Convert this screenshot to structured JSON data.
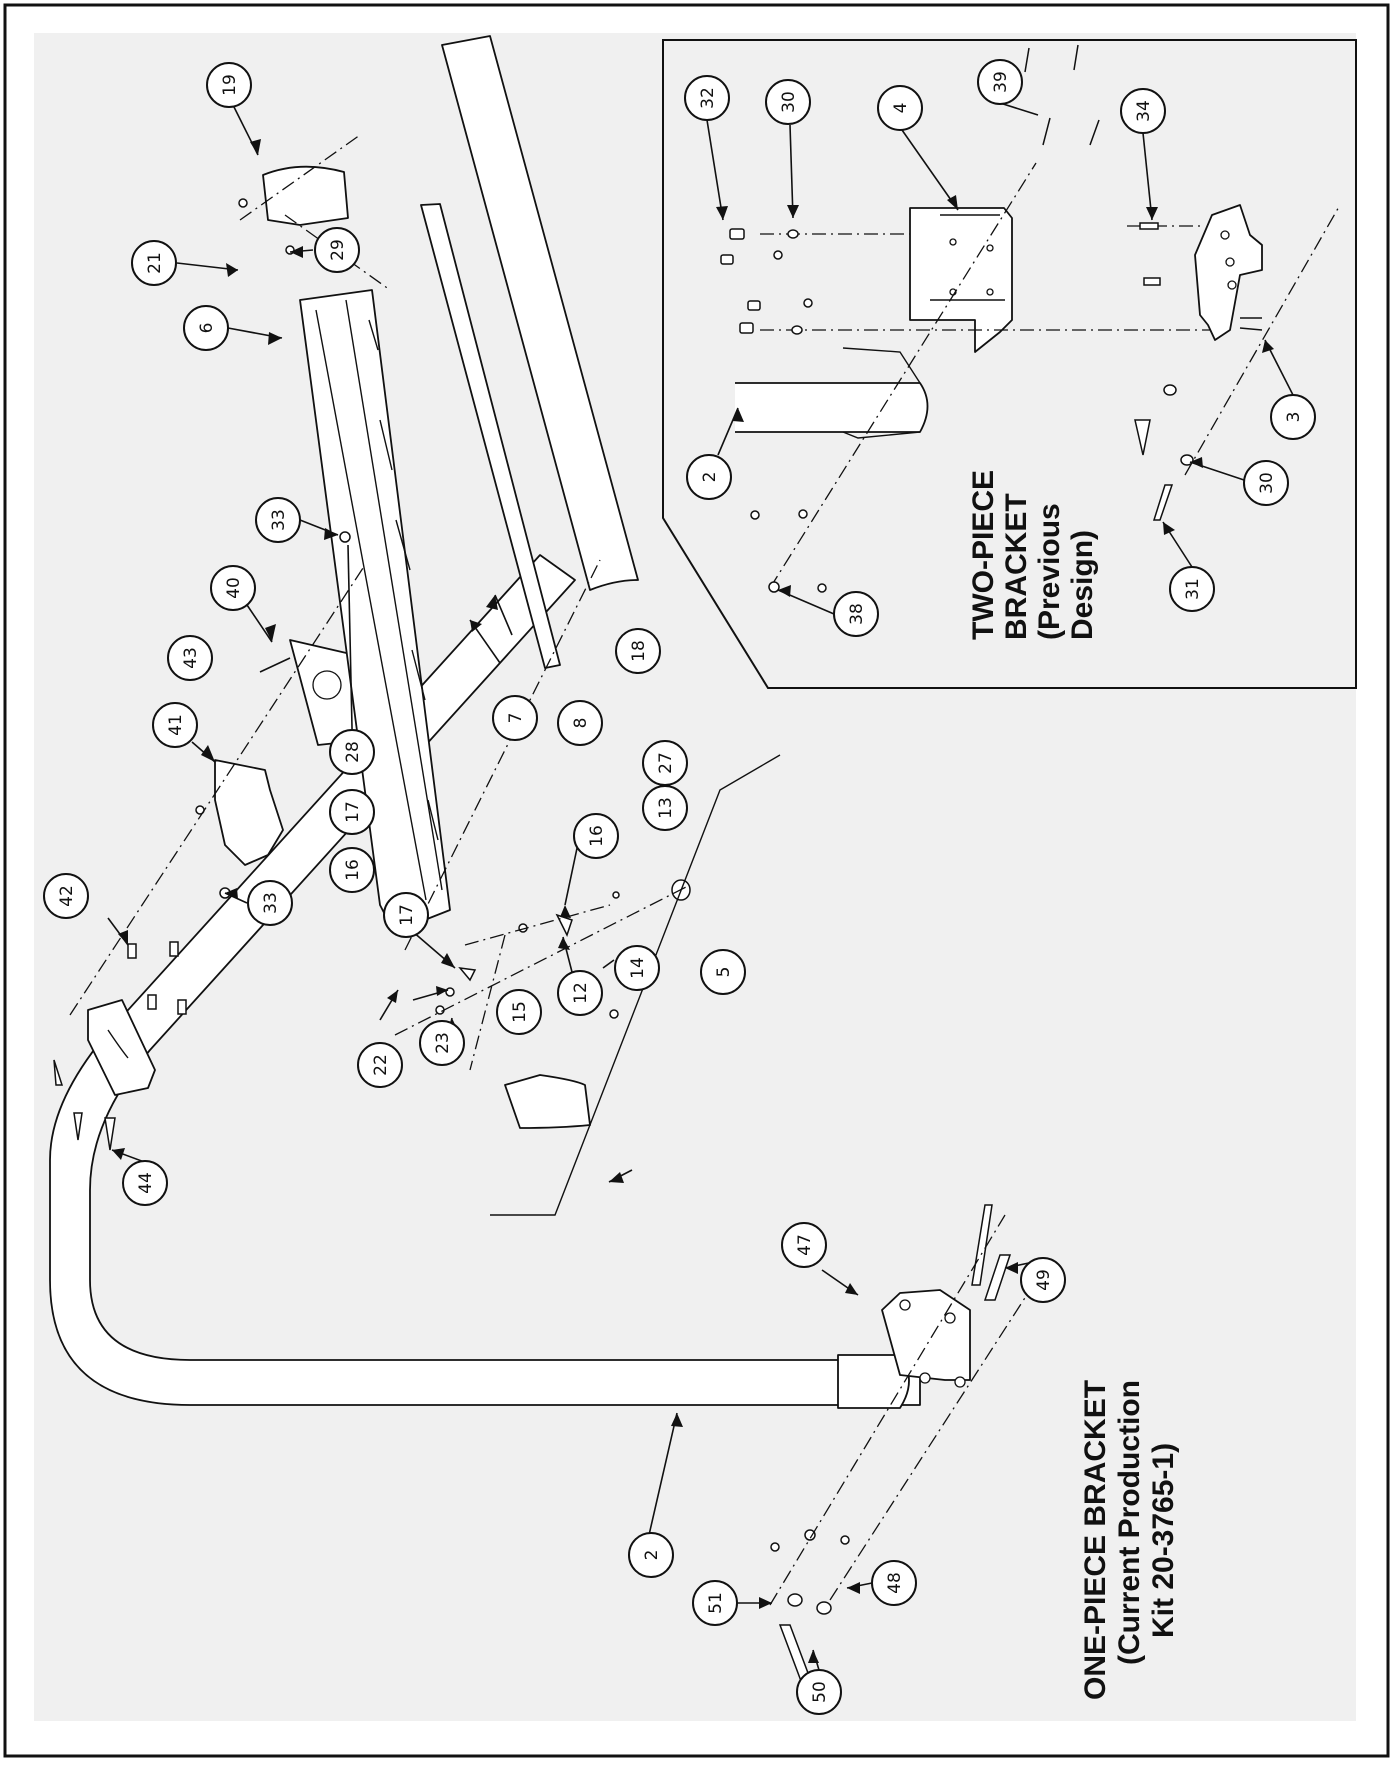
{
  "labels": {
    "one_piece": [
      "ONE-PIECE BRACKET",
      "(Current Production",
      "Kit 20-3765-1)"
    ],
    "two_piece": [
      "TWO-PIECE",
      "BRACKET",
      "(Previous",
      "Design)"
    ]
  },
  "callouts": {
    "c19": "19",
    "c21": "21",
    "c29": "29",
    "c6": "6",
    "c33a": "33",
    "c40": "40",
    "c43": "43",
    "c41": "41",
    "c42": "42",
    "c33b": "33",
    "c28": "28",
    "c17a": "17",
    "c16a": "16",
    "c7": "7",
    "c8": "8",
    "c18": "18",
    "c27": "27",
    "c13": "13",
    "c16b": "16",
    "c17b": "17",
    "c12": "12",
    "c14": "14",
    "c15": "15",
    "c23": "23",
    "c22": "22",
    "c5": "5",
    "c44": "44",
    "c47": "47",
    "c49": "49",
    "c2": "2",
    "c48": "48",
    "c51": "51",
    "c50": "50",
    "t32": "32",
    "t30a": "30",
    "t4": "4",
    "t39": "39",
    "t34": "34",
    "t3": "3",
    "t2": "2",
    "t30b": "30",
    "t31": "31",
    "t38": "38"
  }
}
